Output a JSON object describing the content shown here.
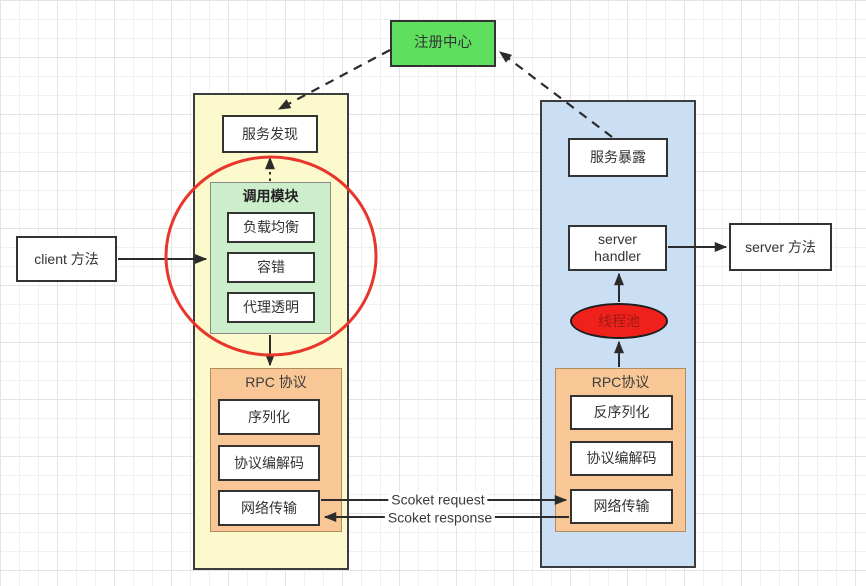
{
  "registry": "注册中心",
  "client": {
    "service_discovery": "服务发现",
    "call_module": {
      "title": "调用模块",
      "items": [
        "负载均衡",
        "容错",
        "代理透明"
      ]
    },
    "rpc": {
      "title": "RPC 协议",
      "items": [
        "序列化",
        "协议编解码",
        "网络传输"
      ]
    }
  },
  "server": {
    "service_expose": "服务暴露",
    "server_handler": "server\nhandler",
    "thread_pool": "线程池",
    "rpc": {
      "title": "RPC协议",
      "items": [
        "反序列化",
        "协议编解码",
        "网络传输"
      ]
    }
  },
  "client_method": "client 方法",
  "server_method": "server 方法",
  "socket": {
    "request": "Scoket request",
    "response": "Scoket response"
  },
  "colors": {
    "registry-green": "#5ee05e",
    "module-green": "#cdeeca",
    "rpc-orange": "#f9c795",
    "client-yellow": "#fcf9cd",
    "server-blue": "#cbdff4",
    "pool-red": "#f0211b",
    "pool-text": "#9c1a15",
    "highlight-red": "#e8362c",
    "line-dark": "#2b2b2b"
  }
}
